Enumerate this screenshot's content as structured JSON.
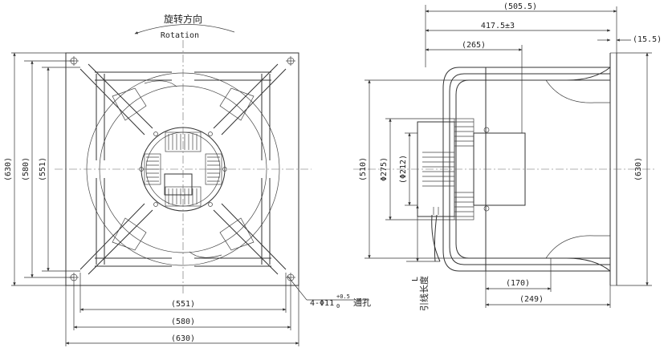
{
  "front_view": {
    "rotation_cn": "旋转方向",
    "rotation_en": "Rotation",
    "dims": {
      "h_outer": "(630)",
      "h_mid": "(580)",
      "h_inner": "(551)",
      "w_inner": "(551)",
      "w_mid": "(580)",
      "w_outer": "(630)"
    },
    "hole_note": "4-Φ11",
    "hole_tol_upper": "+0.5",
    "hole_tol_lower": "0",
    "hole_suffix": "通孔"
  },
  "side_view": {
    "dims": {
      "overall": "(505.5)",
      "body": "417.5±3",
      "motor": "(265)",
      "flange": "(15.5)",
      "height": "(630)",
      "d_510": "(510)",
      "d_275": "Φ275)",
      "d_212": "(Φ212)",
      "d_170": "(170)",
      "d_249": "(249)",
      "d_275_open": "("
    },
    "lead_label": "L",
    "lead_label_cn": "引线长度"
  }
}
